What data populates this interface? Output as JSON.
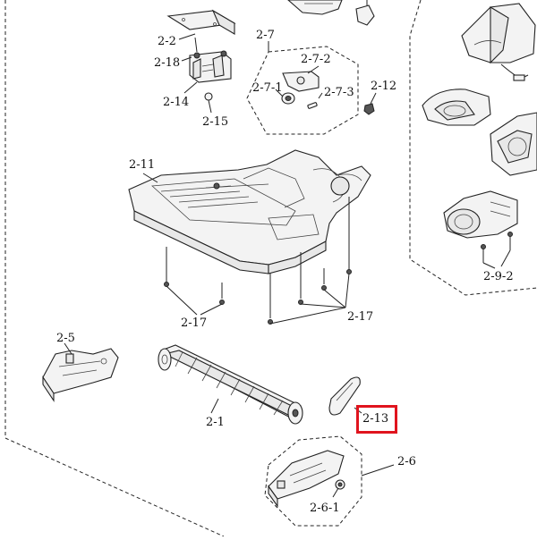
{
  "diagram": {
    "labels": {
      "p2_2": "2-2",
      "p2_18": "2-18",
      "p2_14": "2-14",
      "p2_15": "2-15",
      "p2_7": "2-7",
      "p2_7_1": "2-7-1",
      "p2_7_2": "2-7-2",
      "p2_7_3": "2-7-3",
      "p2_12": "2-12",
      "p2_11": "2-11",
      "p2_9_2": "2-9-2",
      "p2_17_left": "2-17",
      "p2_17_right": "2-17",
      "p2_5": "2-5",
      "p2_1": "2-1",
      "p2_13": "2-13",
      "p2_6": "2-6",
      "p2_6_1": "2-6-1"
    },
    "highlighted_part": "2-13",
    "highlight_color": "#e0141e"
  }
}
